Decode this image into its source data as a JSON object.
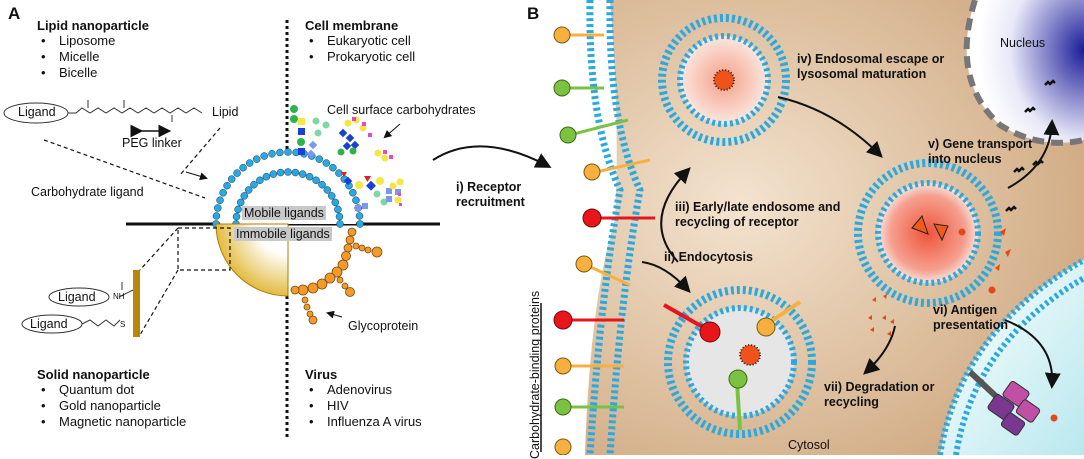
{
  "panel_a": {
    "letter": "A",
    "lipid_nanoparticle": {
      "title": "Lipid nanoparticle",
      "items": [
        "Liposome",
        "Micelle",
        "Bicelle"
      ]
    },
    "cell_membrane": {
      "title": "Cell membrane",
      "items": [
        "Eukaryotic cell",
        "Prokaryotic cell"
      ]
    },
    "solid_nanoparticle": {
      "title": "Solid nanoparticle",
      "items": [
        "Quantum dot",
        "Gold nanoparticle",
        "Magnetic nanoparticle"
      ]
    },
    "virus": {
      "title": "Virus",
      "items": [
        "Adenovirus",
        "HIV",
        "Influenza A virus"
      ]
    },
    "labels": {
      "ligand_top": "Ligand",
      "lipid": "Lipid",
      "peg_linker": "PEG linker",
      "carbohydrate_ligand": "Carbohydrate ligand",
      "cell_surface_carbohydrates": "Cell surface carbohydrates",
      "mobile_ligands": "Mobile ligands",
      "immobile_ligands": "Immobile ligands",
      "ligand_amide": "Ligand",
      "ligand_thiol": "Ligand",
      "nh": "NH",
      "s": "S",
      "glycoprotein": "Glycoprotein"
    }
  },
  "panel_b": {
    "letter": "B",
    "steps": {
      "i": [
        "i) Receptor",
        "recruitment"
      ],
      "ii": "ii) Endocytosis",
      "iii": [
        "iii) Early/late endosome and",
        "recycling of receptor"
      ],
      "iv": [
        "iv) Endosomal escape or",
        "lysosomal maturation"
      ],
      "v": [
        "v) Gene transport",
        "into nucleus"
      ],
      "vi": [
        "vi) Antigen",
        "presentation"
      ],
      "vii": [
        "vii) Degradation or",
        "recycling"
      ]
    },
    "labels": {
      "nucleus": "Nucleus",
      "cytosol": "Cytosol",
      "carbohydrate_binding_proteins": "Carbohydrate-binding proteins"
    }
  },
  "colors": {
    "lipid_head": "#29a9e0",
    "receptor_orange": "#f7b040",
    "receptor_green": "#7cc242",
    "receptor_red": "#e8161b",
    "glycoprotein": "#f39a2b",
    "gold": "#e0b000",
    "nucleus": "#2a2aa8",
    "cytosol": "#c9a683",
    "mhc_purple": "#7a3790",
    "mhc_pink": "#c04fa5"
  }
}
